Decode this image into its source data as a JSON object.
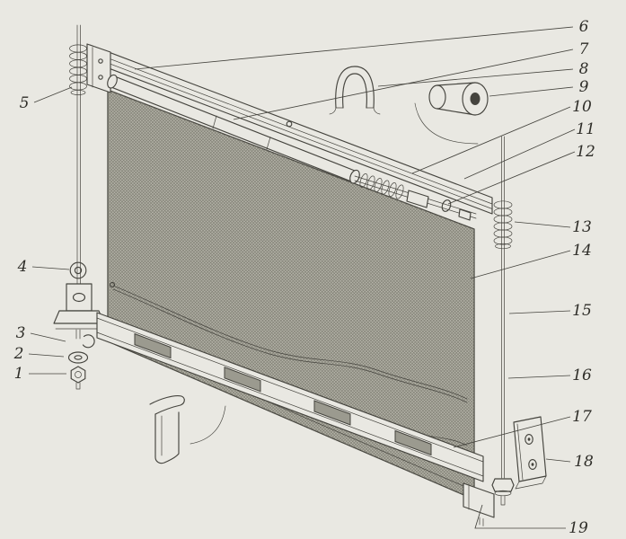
{
  "figure": {
    "callouts": [
      {
        "label": "1"
      },
      {
        "label": "2"
      },
      {
        "label": "3"
      },
      {
        "label": "4"
      },
      {
        "label": "5"
      },
      {
        "label": "6"
      },
      {
        "label": "7"
      },
      {
        "label": "8"
      },
      {
        "label": "9"
      },
      {
        "label": "10"
      },
      {
        "label": "11"
      },
      {
        "label": "12"
      },
      {
        "label": "13"
      },
      {
        "label": "14"
      },
      {
        "label": "15"
      },
      {
        "label": "16"
      },
      {
        "label": "17"
      },
      {
        "label": "18"
      },
      {
        "label": "19"
      }
    ]
  },
  "colors": {
    "background": "#e9e8e2",
    "paper": "#e9e8e2",
    "ink": "#45443e",
    "text": "#2e2d28",
    "meshBase": "#b5b4a9",
    "meshLine": "#6f6e63",
    "slotFill": "#9b9a8f"
  }
}
